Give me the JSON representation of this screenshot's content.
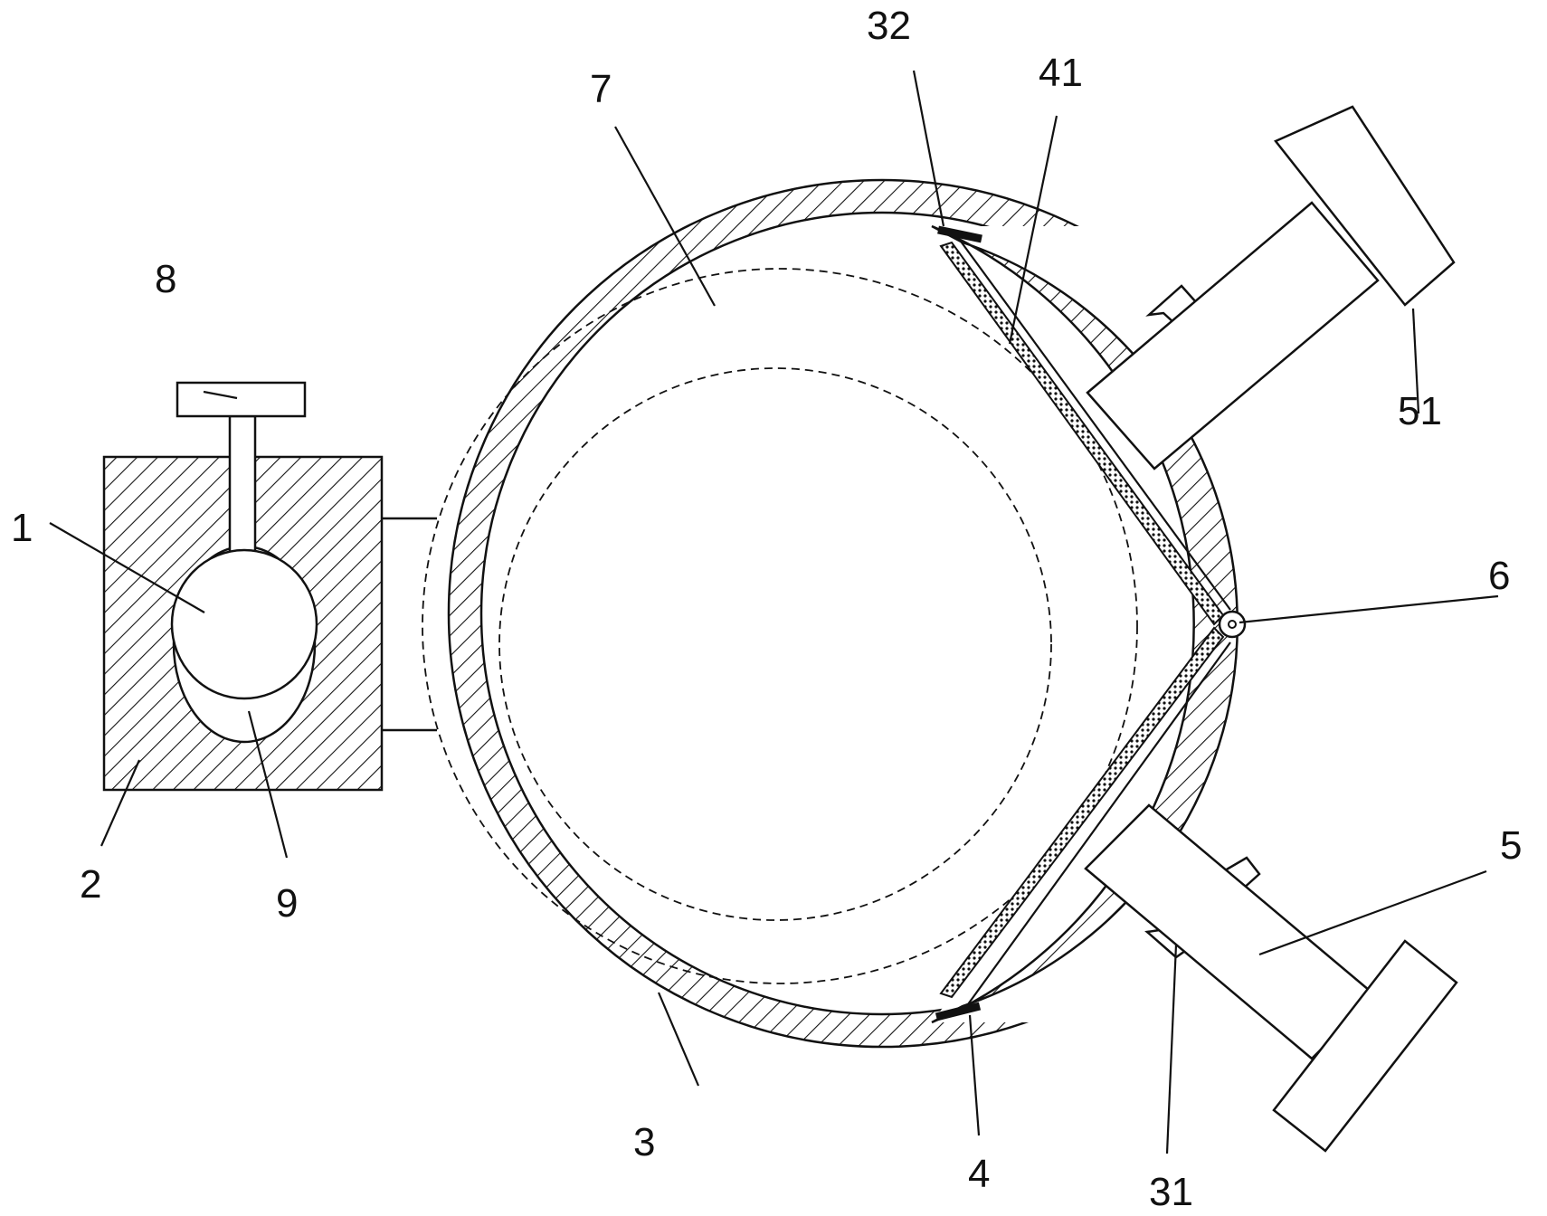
{
  "colors": {
    "stroke": "#111111",
    "background": "#ffffff"
  },
  "labels": {
    "l1": "1",
    "l2": "2",
    "l3": "3",
    "l4": "4",
    "l5": "5",
    "l6": "6",
    "l7": "7",
    "l8": "8",
    "l9": "9",
    "l31": "31",
    "l32": "32",
    "l41": "41",
    "l51": "51"
  }
}
